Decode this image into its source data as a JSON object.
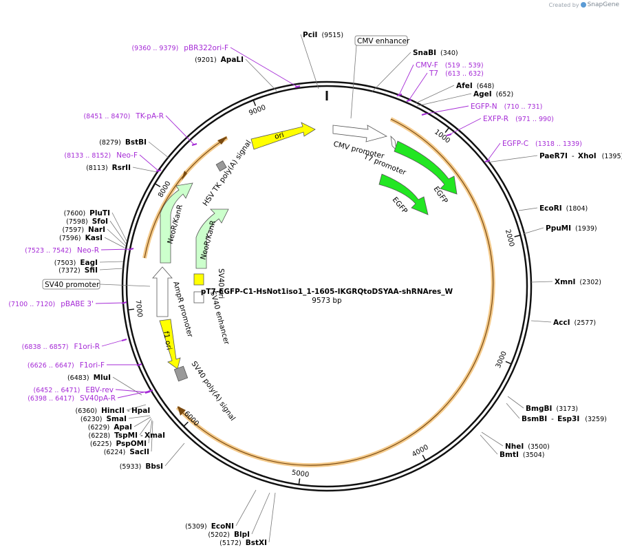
{
  "credit": {
    "created_by": "Created by",
    "brand": "SnapGene"
  },
  "plasmid": {
    "name": "pT7-EGFP-C1-HsNot1iso1_1-1605-IKGRQtoDSYAA-shRNAres_W",
    "length_label": "9573 bp",
    "length": 9573
  },
  "colors": {
    "primer": "#a52ad6",
    "enzyme_text": "#000000",
    "feature_outline": "#333333",
    "orange_band": "#f0b45a",
    "gfp": "#22e622",
    "ori": "#ffff00",
    "neo": "#ccffcc",
    "polyA": "#999999"
  },
  "ticks": [
    {
      "label": "1000",
      "bp": 1000
    },
    {
      "label": "2000",
      "bp": 2000
    },
    {
      "label": "3000",
      "bp": 3000
    },
    {
      "label": "4000",
      "bp": 4000
    },
    {
      "label": "5000",
      "bp": 5000
    },
    {
      "label": "6000",
      "bp": 6000
    },
    {
      "label": "7000",
      "bp": 7000
    },
    {
      "label": "8000",
      "bp": 8000
    },
    {
      "label": "9000",
      "bp": 9000
    }
  ],
  "enzymes": [
    {
      "name": "PciI",
      "pos": "(9515)"
    },
    {
      "name": "SnaBI",
      "pos": "(340)"
    },
    {
      "name": "AfeI",
      "pos": "(648)"
    },
    {
      "name": "AgeI",
      "pos": "(652)"
    },
    {
      "name": "PaeR7I",
      "extra": "XhoI",
      "pos": "(1395)"
    },
    {
      "name": "EcoRI",
      "pos": "(1804)"
    },
    {
      "name": "PpuMI",
      "pos": "(1939)"
    },
    {
      "name": "XmnI",
      "pos": "(2302)"
    },
    {
      "name": "AccI",
      "pos": "(2577)"
    },
    {
      "name": "BmgBI",
      "pos": "(3173)"
    },
    {
      "name": "BsmBI",
      "extra": "Esp3I",
      "pos": "(3259)"
    },
    {
      "name": "NheI",
      "pos": "(3500)"
    },
    {
      "name": "BmtI",
      "pos": "(3504)"
    },
    {
      "name": "EcoNI",
      "pos": "(5309)"
    },
    {
      "name": "BlpI",
      "pos": "(5202)"
    },
    {
      "name": "BstXI",
      "pos": "(5172)"
    },
    {
      "name": "BbsI",
      "pos": "(5933)"
    },
    {
      "name": "SacII",
      "pos": "(6224)"
    },
    {
      "name": "PspOMI",
      "pos": "(6225)"
    },
    {
      "name": "TspMI",
      "extra": "XmaI",
      "pos": "(6228)"
    },
    {
      "name": "ApaI",
      "pos": "(6229)"
    },
    {
      "name": "SmaI",
      "pos": "(6230)"
    },
    {
      "name": "HincII",
      "extra": "HpaI",
      "pos": "(6360)"
    },
    {
      "name": "MluI",
      "pos": "(6483)"
    },
    {
      "name": "SfiI",
      "pos": "(7372)"
    },
    {
      "name": "EagI",
      "pos": "(7503)"
    },
    {
      "name": "KasI",
      "pos": "(7596)"
    },
    {
      "name": "NarI",
      "pos": "(7597)"
    },
    {
      "name": "SfoI",
      "pos": "(7598)"
    },
    {
      "name": "PluTI",
      "pos": "(7600)"
    },
    {
      "name": "RsrII",
      "pos": "(8113)"
    },
    {
      "name": "BstBI",
      "pos": "(8279)"
    },
    {
      "name": "ApaLI",
      "pos": "(9201)"
    }
  ],
  "primers": [
    {
      "name": "pBR322ori-F",
      "range": "(9360 .. 9379)"
    },
    {
      "name": "CMV-F",
      "range": "(519 .. 539)"
    },
    {
      "name": "T7",
      "range": "(613 .. 632)"
    },
    {
      "name": "EGFP-N",
      "range": "(710 .. 731)"
    },
    {
      "name": "EXFP-R",
      "range": "(971 .. 990)"
    },
    {
      "name": "EGFP-C",
      "range": "(1318 .. 1339)"
    },
    {
      "name": "TK-pA-R",
      "range": "(8451 .. 8470)"
    },
    {
      "name": "Neo-F",
      "range": "(8133 .. 8152)"
    },
    {
      "name": "Neo-R",
      "range": "(7523 .. 7542)"
    },
    {
      "name": "pBABE 3'",
      "range": "(7100 .. 7120)"
    },
    {
      "name": "F1ori-R",
      "range": "(6838 .. 6857)"
    },
    {
      "name": "F1ori-F",
      "range": "(6626 .. 6647)"
    },
    {
      "name": "EBV-rev",
      "range": "(6452 .. 6471)"
    },
    {
      "name": "SV40pA-R",
      "range": "(6398 .. 6417)"
    }
  ],
  "features": {
    "cmv_enhancer": "CMV enhancer",
    "sv40_promoter": "SV40 promoter",
    "ori": "ori",
    "hsv_tk": "HSV TK poly(A) signal",
    "neokanr": "NeoR/KanR",
    "neokanr2": "NeoR/KanR",
    "sv40_ori": "SV40 ori",
    "sv40_enh": "SV40 enhancer",
    "ampr_promoter": "AmpR promoter",
    "f1_ori": "f1 ori",
    "sv40_polyA": "SV40 poly(A) signal",
    "cmv_promoter": "CMV promoter",
    "t7_promoter": "T7 promoter",
    "egfp1": "EGFP",
    "egfp2": "EGFP"
  }
}
